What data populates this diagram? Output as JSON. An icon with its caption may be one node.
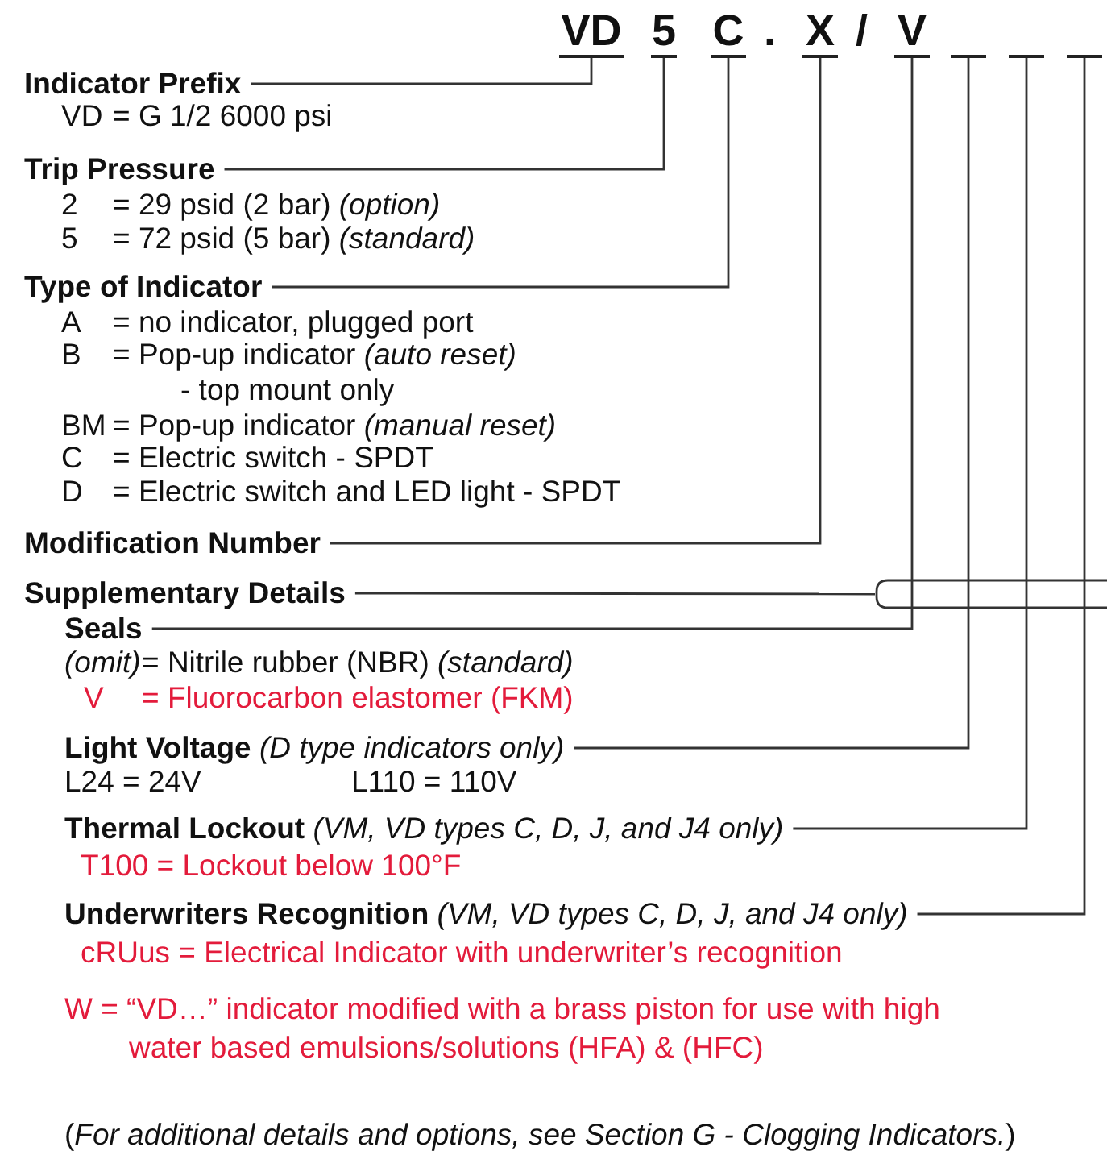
{
  "diagram": {
    "nodes": [
      {
        "text": [
          "VD"
        ]
      },
      {
        "text": [
          "5"
        ]
      },
      {
        "text": [
          "C"
        ]
      },
      {
        "text": [
          "X"
        ]
      },
      {
        "text": [
          "V"
        ]
      },
      {
        "text": [],
        "shape": "bar"
      },
      {
        "text": [],
        "shape": "bar"
      },
      {
        "text": [],
        "shape": "bar"
      },
      {
        "text": [
          "Indicator Prefix"
        ],
        "beside": [
          "VD = G 1/2 6000 psi"
        ]
      },
      {
        "text": [
          "Trip Pressure"
        ],
        "beside": [
          "2 = 29 psid (2 bar) *(option)*",
          "5 = 72 psid (5 bar) *(standard)*"
        ]
      },
      {
        "text": [
          "Type of Indicator"
        ],
        "beside": [
          "A = no indicator, plugged port",
          "B = Pop-up indicator *(auto reset)*",
          "- top mount only",
          "BM = Pop-up indicator *(manual reset)*",
          "C = Electric switch - SPDT",
          "D = Electric switch and LED light - SPDT"
        ]
      },
      {
        "text": [
          "Modification Number"
        ]
      },
      {
        "text": [
          "Supplementary Details"
        ]
      },
      {
        "text": [],
        "shape": "bracket"
      },
      {
        "text": [
          "Seals"
        ],
        "beside": [
          "*(omit)*= Nitrile rubber (NBR) *(standard)*",
          "V = Fluorocarbon elastomer (FKM)"
        ]
      },
      {
        "text": [
          "**Light Voltage** *(D type indicators only)*"
        ],
        "beside": [
          "L24 = 24V",
          "L110 = 110V"
        ]
      },
      {
        "text": [
          "**Thermal Lockout** *(VM, VD types C, D, J, and J4 only)*"
        ],
        "beside": [
          "T100 = Lockout below 100°F"
        ]
      },
      {
        "text": [
          "**Underwriters Recognition** *(VM, VD types C, D, J, and J4 only)*"
        ],
        "beside": [
          "cRUus = Electrical Indicator with underwriter’s recognition"
        ]
      }
    ],
    "edges": [
      {
        "from": 8,
        "to": 0,
        "arrow": "none"
      },
      {
        "from": 9,
        "to": 1,
        "arrow": "none"
      },
      {
        "from": 10,
        "to": 2,
        "arrow": "none"
      },
      {
        "from": 11,
        "to": 3,
        "arrow": "none"
      },
      {
        "from": 12,
        "to": 13,
        "arrow": "none"
      },
      {
        "from": 14,
        "to": 4,
        "arrow": "none"
      },
      {
        "from": 15,
        "to": 5,
        "arrow": "none"
      },
      {
        "from": 16,
        "to": 6,
        "arrow": "none"
      },
      {
        "from": 17,
        "to": 7,
        "arrow": "none"
      }
    ],
    "labels": [
      ".",
      "/",
      "W = “VD…” indicator modified with a brass piston for use with high water based emulsions/solutions (HFA) & (HFC)",
      "(*For additional details and options, see Section G - Clogging Indicators.*)"
    ]
  }
}
